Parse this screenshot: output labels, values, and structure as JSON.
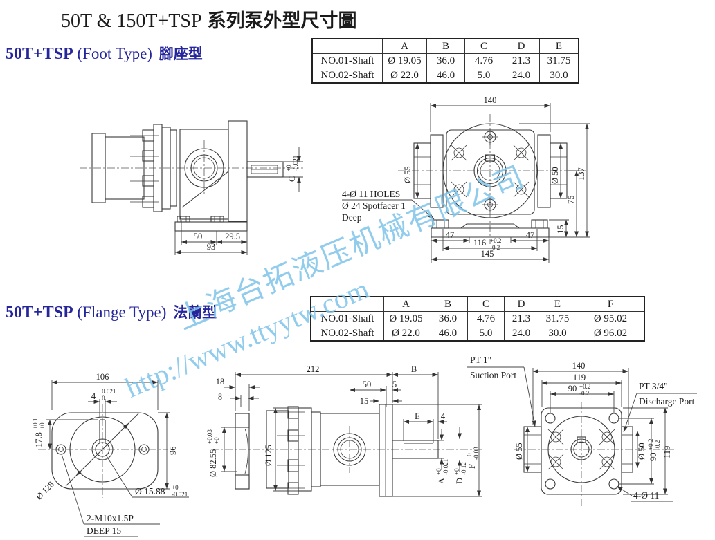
{
  "page": {
    "title_en": "50T & 150T+TSP",
    "title_cn": "系列泵外型尺寸圖"
  },
  "watermark": {
    "line1": "上海台拓液压机械有限公司",
    "line2": "http://www.ttyytw.com"
  },
  "colors": {
    "heading_blue": "#26269c",
    "watermark_blue": "#7ec4ea",
    "line": "#3a3a3a"
  },
  "foot": {
    "heading": {
      "model": "50T+TSP",
      "type": "(Foot Type)",
      "cn": "腳座型"
    },
    "table": {
      "columns": [
        "",
        "A",
        "B",
        "C",
        "D",
        "E"
      ],
      "rows": [
        {
          "label": "NO.01-Shaft",
          "values": [
            "Ø 19.05",
            "36.0",
            "4.76",
            "21.3",
            "31.75"
          ]
        },
        {
          "label": "NO.02-Shaft",
          "values": [
            "Ø 22.0",
            "46.0",
            "5.0",
            "24.0",
            "30.0"
          ]
        }
      ]
    },
    "side": {
      "d50": "50",
      "d29_5": "29.5",
      "d93": "93",
      "c": "C",
      "c_tp": "+0",
      "c_tm": "-0.021"
    },
    "front": {
      "d140": "140",
      "dia55": "Ø 55",
      "dia50": "Ø 50",
      "d137": "137",
      "d75": "75",
      "d15": "15",
      "d47l": "47",
      "d47r": "47",
      "d116": "116",
      "t116p": "+0.2",
      "t116m": "-0.2",
      "d145": "145",
      "note1": "4-Ø 11 HOLES",
      "note2": "Ø 24 Spotfacer 1",
      "note3": "Deep"
    }
  },
  "flange": {
    "heading": {
      "model": "50T+TSP",
      "type": "(Flange Type)",
      "cn": "法蘭型"
    },
    "table": {
      "columns": [
        "",
        "A",
        "B",
        "C",
        "D",
        "E",
        "F"
      ],
      "rows": [
        {
          "label": "NO.01-Shaft",
          "values": [
            "Ø 19.05",
            "36.0",
            "4.76",
            "21.3",
            "31.75",
            "Ø 95.02"
          ]
        },
        {
          "label": "NO.02-Shaft",
          "values": [
            "Ø 22.0",
            "46.0",
            "5.0",
            "24.0",
            "30.0",
            "Ø 96.02"
          ]
        }
      ]
    },
    "face": {
      "d106": "106",
      "key": "4",
      "key_tp": "+0.021",
      "key_tm": "+0",
      "d178": "17.8",
      "t178p": "+0.1",
      "t178m": "+0",
      "d96": "96",
      "dia128": "Ø 128",
      "dia1588": "Ø 15.88",
      "t1588p": "+0",
      "t1588m": "-0.021",
      "note1": "2-M10x1.5P",
      "note2": "DEEP 15"
    },
    "side": {
      "d212": "212",
      "dB": "B",
      "d18": "18",
      "d8": "8",
      "d50": "50",
      "d5": "5",
      "d15": "15",
      "dia8255": "Ø 82.55",
      "t8255p": "+0.03",
      "t8255m": "+0",
      "dia125": "Ø 125",
      "dE": "E",
      "d4": "4",
      "dA": "A",
      "tAp": "+0",
      "tAm": "-0.021",
      "dD": "D",
      "tDp": "+0",
      "tDm": "-0.12",
      "dF": "F",
      "tFp": "+0",
      "tFm": "-0.03"
    },
    "front": {
      "pt1": "PT 1\"",
      "suction": "Suction Port",
      "pt34": "PT 3/4\"",
      "discharge": "Discharge Port",
      "d140": "140",
      "d119t": "119",
      "d90t": "90",
      "t90tp": "+0.2",
      "t90tm": "-0.2",
      "dia55": "Ø 55",
      "dia50": "Ø 50",
      "d90r": "90",
      "t90rp": "+0.2",
      "t90rm": "-0.2",
      "d119r": "119",
      "holes": "4-Ø 11"
    }
  }
}
